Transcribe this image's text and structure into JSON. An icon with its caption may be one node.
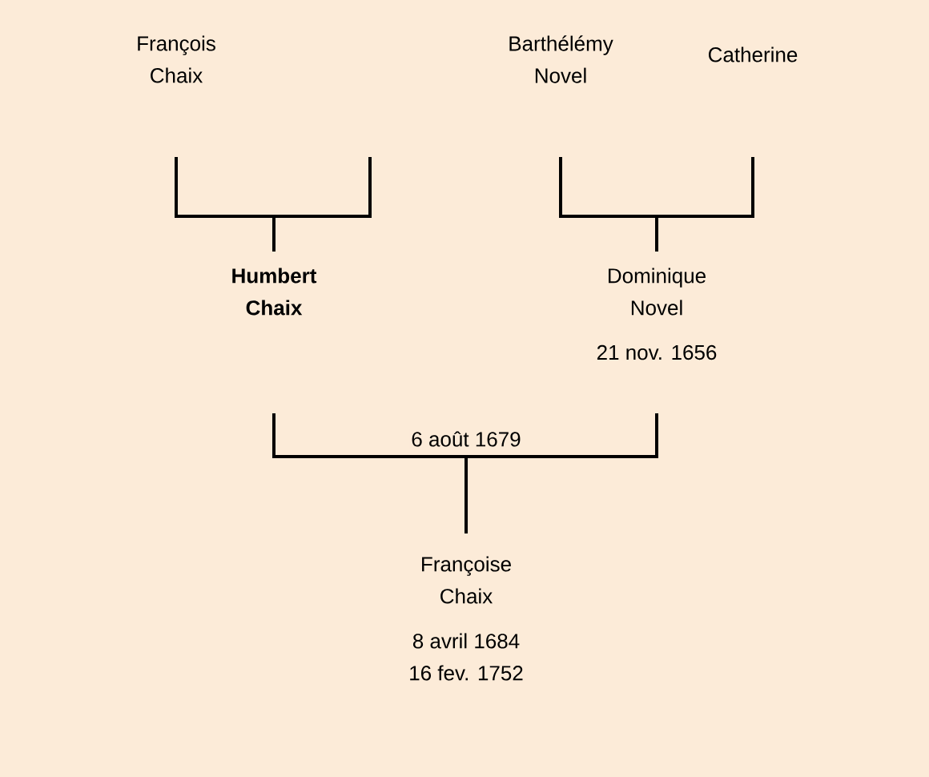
{
  "diagram": {
    "nodes": [
      {
        "text": [
          "François Chaix"
        ]
      },
      {
        "text": [
          "Barthélémy Novel"
        ]
      },
      {
        "text": [
          "Catherine"
        ]
      },
      {
        "text": [
          "Humbert Chaix"
        ]
      },
      {
        "text": [
          "Dominique Novel"
        ],
        "beside": [
          "21 nov. 1656"
        ]
      },
      {
        "text": [
          "Françoise Chaix"
        ],
        "beside": [
          "8 avril 1684",
          "16 fev. 1752"
        ]
      }
    ],
    "edges": [
      {
        "from": 0,
        "to": 3,
        "arrow": "none"
      },
      {
        "from": null,
        "to": 3,
        "arrow": "none"
      },
      {
        "from": 1,
        "to": 4,
        "arrow": "none"
      },
      {
        "from": 2,
        "to": 4,
        "arrow": "none"
      },
      {
        "from": 3,
        "to": 5,
        "arrow": "none",
        "label": "6 août 1679"
      },
      {
        "from": 4,
        "to": 5,
        "arrow": "none"
      }
    ]
  }
}
